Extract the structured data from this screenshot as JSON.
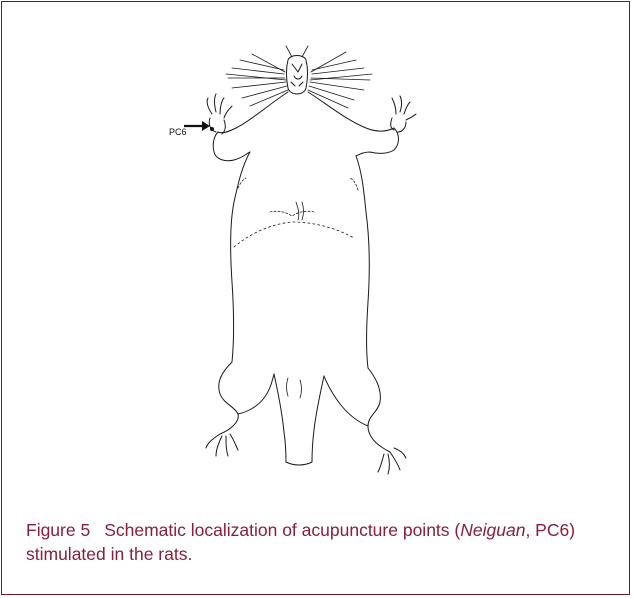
{
  "figure": {
    "label": "Figure 5",
    "caption_part1": "Schematic localization of acupuncture points (",
    "caption_italic": "Neiguan",
    "caption_part2": ", PC6) stimulated in the rats.",
    "point_label": "PC6"
  },
  "colors": {
    "frame_border": "#6b1a1f",
    "caption_text": "#8a1e3a",
    "line_art": "#1a1a1a"
  },
  "icons": {
    "arrow": "arrow-right-icon",
    "point_marker": "acupoint-dot-icon"
  }
}
